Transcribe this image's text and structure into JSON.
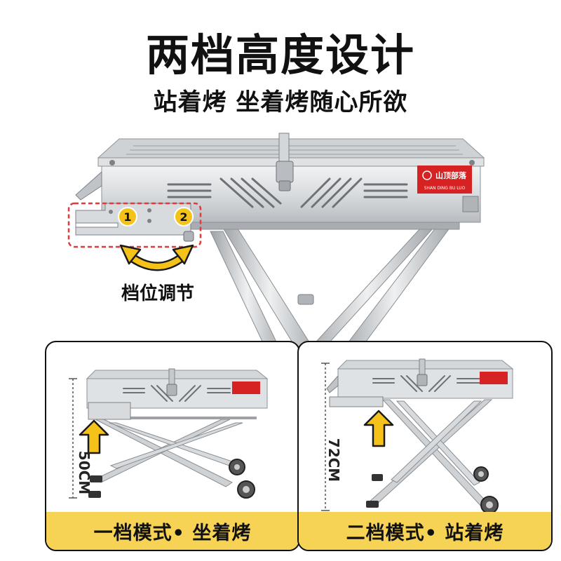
{
  "headline": {
    "title": "两档高度设计",
    "subtitle": "站着烤 坐着烤随心所欲"
  },
  "hero": {
    "brand_cn": "山顶部落",
    "brand_en": "SHAN DING BU LUO",
    "gear_1": "1",
    "gear_2": "2",
    "adjust_label": "档位调节"
  },
  "modes": [
    {
      "height": "50CM",
      "caption": "一档模式• 坐着烤"
    },
    {
      "height": "72CM",
      "caption": "二档模式• 站着烤"
    }
  ],
  "colors": {
    "accent_yellow": "#f6d354",
    "arrow_yellow": "#f5c21a",
    "brand_red": "#d62222",
    "dashed_red": "#e03c3c",
    "steel_light": "#e4e6e8",
    "steel_mid": "#c6c9cc",
    "steel_dark": "#8e9296"
  }
}
